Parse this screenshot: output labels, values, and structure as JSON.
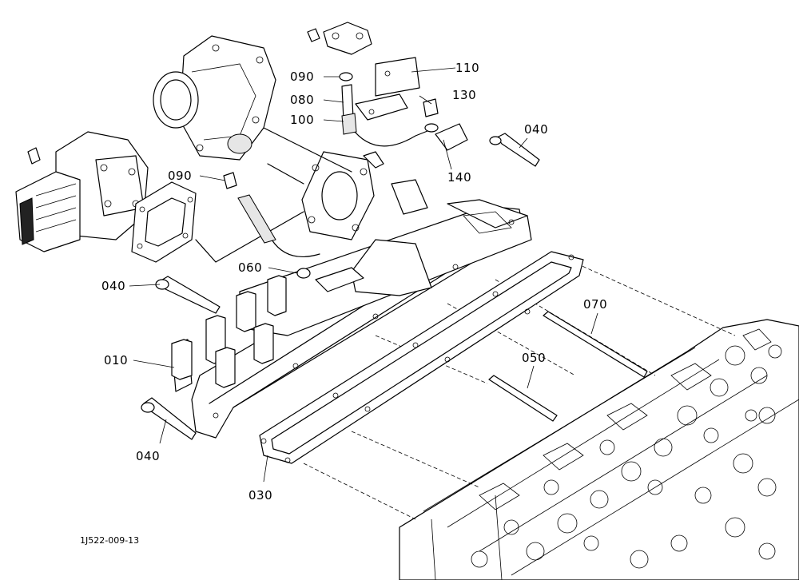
{
  "diagram": {
    "figure_id": "1J522-009-13",
    "callouts": [
      {
        "id": "110",
        "label": "110"
      },
      {
        "id": "090a",
        "label": "090"
      },
      {
        "id": "130",
        "label": "130"
      },
      {
        "id": "080",
        "label": "080"
      },
      {
        "id": "100",
        "label": "100"
      },
      {
        "id": "040a",
        "label": "040"
      },
      {
        "id": "140",
        "label": "140"
      },
      {
        "id": "090b",
        "label": "090"
      },
      {
        "id": "060",
        "label": "060"
      },
      {
        "id": "040b",
        "label": "040"
      },
      {
        "id": "070",
        "label": "070"
      },
      {
        "id": "010",
        "label": "010"
      },
      {
        "id": "050",
        "label": "050"
      },
      {
        "id": "040c",
        "label": "040"
      },
      {
        "id": "030",
        "label": "030"
      }
    ]
  }
}
